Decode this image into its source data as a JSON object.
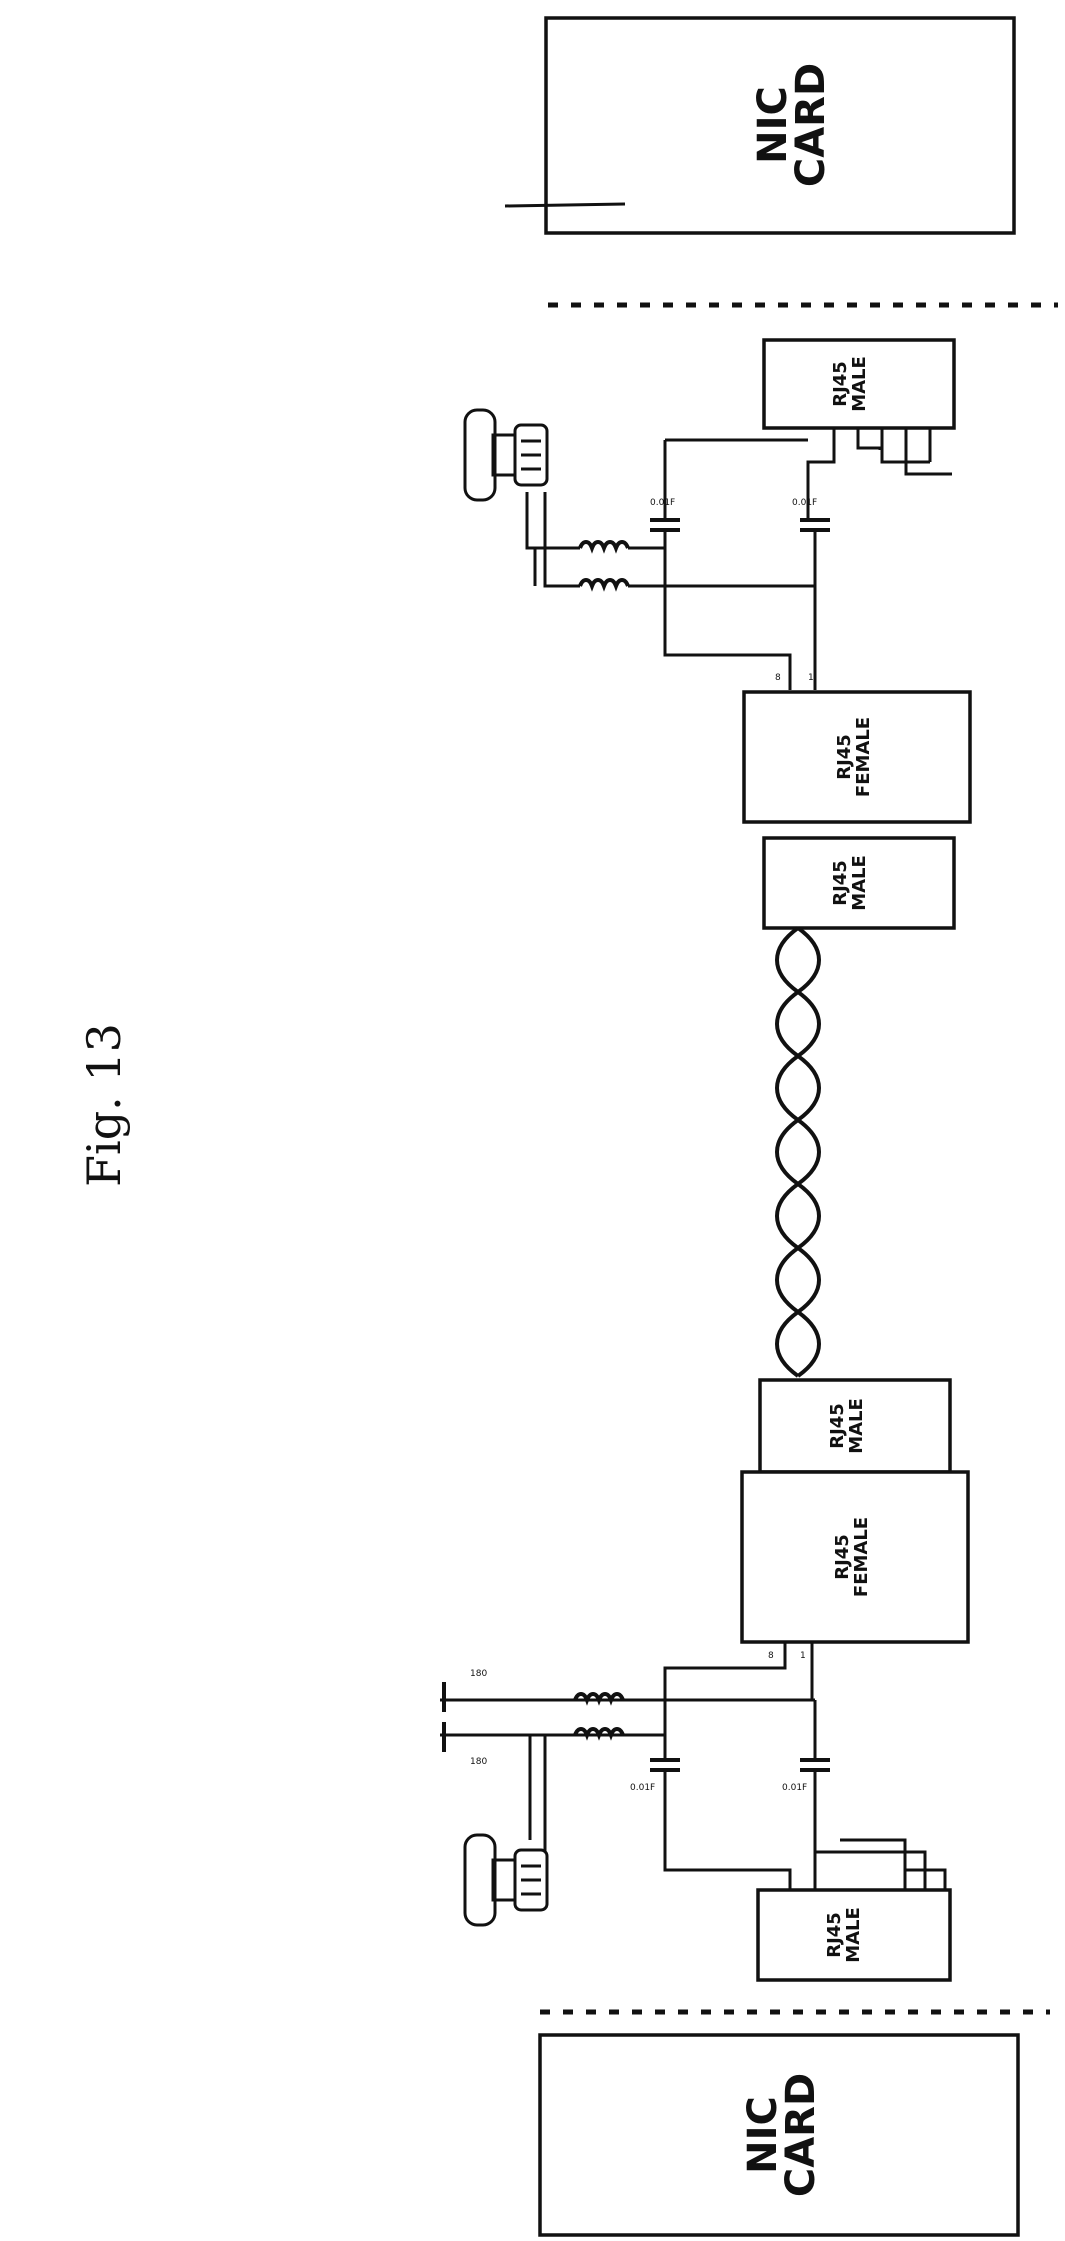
{
  "figure_label": "Fig. 13",
  "nic_top": {
    "line1": "NIC",
    "line2": "CARD"
  },
  "nic_bottom": {
    "line1": "NIC",
    "line2": "CARD"
  },
  "conn_top_male": {
    "line1": "RJ45",
    "line2": "MALE"
  },
  "conn_top_female": {
    "line1": "RJ45",
    "line2": "FEMALE"
  },
  "conn_mid_upper_male": {
    "line1": "RJ45",
    "line2": "MALE"
  },
  "conn_mid_lower_male": {
    "line1": "RJ45",
    "line2": "MALE"
  },
  "conn_bottom_female": {
    "line1": "RJ45",
    "line2": "FEMALE"
  },
  "conn_bottom_male": {
    "line1": "RJ45",
    "line2": "MALE"
  },
  "icons": [
    "telephone-icon",
    "inductor-icon",
    "capacitor-icon",
    "twisted-pair-cable"
  ]
}
